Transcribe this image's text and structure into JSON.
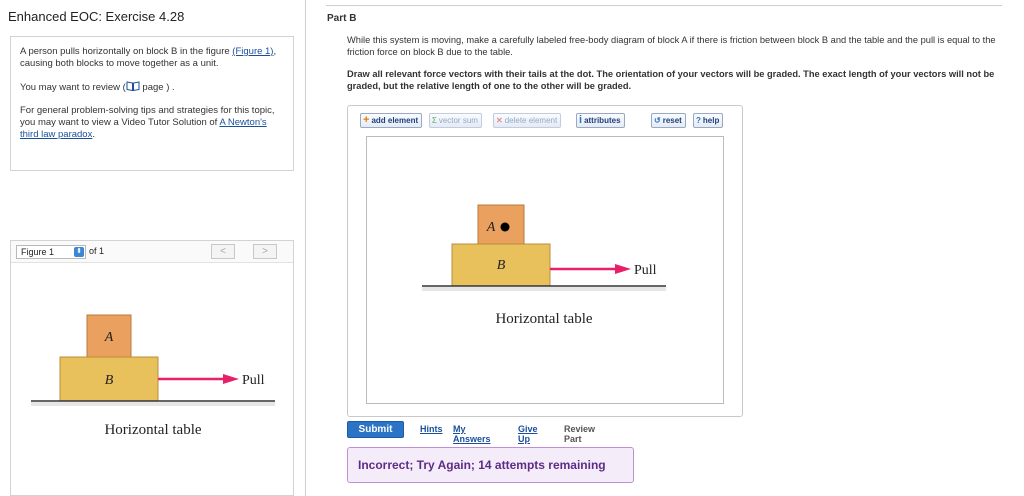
{
  "left": {
    "title": "Enhanced EOC: Exercise 4.28",
    "info": {
      "intro_before": "A person pulls horizontally on block B in the figure",
      "intro_link": "(Figure 1)",
      "intro_after": ", causing both blocks to move together as a unit.",
      "review_before": "You may want to review (",
      "review_page": "page",
      "review_after": ") .",
      "tips_before": "For general problem-solving tips and strategies for this topic, you may want to view a Video Tutor Solution of",
      "tips_link": "A Newton's third law paradox",
      "tips_after": "."
    },
    "figure": {
      "select_value": "Figure 1",
      "of_text": "of 1",
      "prev": "<",
      "next": ">",
      "block_a": "A",
      "block_b": "B",
      "pull": "Pull",
      "table": "Horizontal table"
    }
  },
  "right": {
    "part_title": "Part B",
    "prompt": "While this system is moving, make a carefully labeled free-body diagram of block A if there is friction between block B and the table and the pull is equal to the friction force on block B due to the table.",
    "instruction": "Draw all relevant force vectors with their tails at the dot. The orientation of your vectors will be graded. The exact length of your vectors will not be graded, but the relative length of one to the other will be graded.",
    "toolbar": {
      "add_element": "add element",
      "vector_sum": "vector sum",
      "delete_element": "delete element",
      "attributes": "attributes",
      "reset": "reset",
      "help": "help"
    },
    "diagram": {
      "block_a": "A",
      "block_b": "B",
      "pull": "Pull",
      "table": "Horizontal table"
    },
    "actions": {
      "submit": "Submit",
      "hints": "Hints",
      "my_answers": "My Answers",
      "give_up": "Give Up",
      "review_part": "Review Part"
    },
    "feedback": "Incorrect; Try Again; 14 attempts remaining"
  },
  "colors": {
    "block_a": "#eaa05e",
    "block_b": "#e9c15c",
    "pull_arrow": "#e8206a",
    "submit": "#2a73c5",
    "feedback_bg": "#f5ecfa",
    "feedback_text": "#5e2c86",
    "link": "#1a4f9c"
  }
}
